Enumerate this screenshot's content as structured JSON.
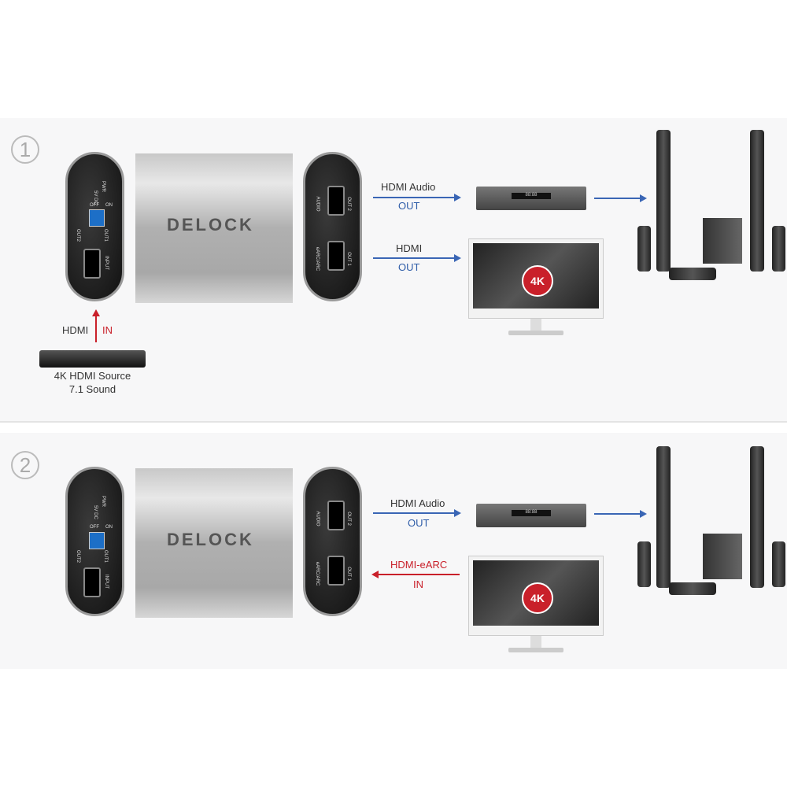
{
  "sections": [
    {
      "number": "1",
      "outputs": [
        {
          "label": "HDMI Audio",
          "dir": "OUT"
        },
        {
          "label": "HDMI",
          "dir": "OUT"
        }
      ],
      "input": {
        "label": "HDMI",
        "dir": "IN"
      },
      "source": {
        "line1": "4K HDMI Source",
        "line2": "7.1 Sound"
      }
    },
    {
      "number": "2",
      "outputs": [
        {
          "label": "HDMI Audio",
          "dir": "OUT"
        },
        {
          "label": "HDMI-eARC",
          "dir": "IN"
        }
      ]
    }
  ],
  "device": {
    "brand": "DELOCK",
    "left_panel": {
      "pwr": "PWR",
      "dc": "5V DC",
      "off": "OFF",
      "on": "ON",
      "out2": "OUT2",
      "out1": "OUT1",
      "input": "INPUT"
    },
    "right_panel": {
      "audio": "AUDIO",
      "out2": "OUT 2",
      "earc": "eARC/ARC",
      "out1": "OUT 1"
    }
  },
  "monitor_badge": "4K",
  "receiver_display": "88:88",
  "colors": {
    "out": "#2f5da8",
    "in": "#c9202a"
  }
}
